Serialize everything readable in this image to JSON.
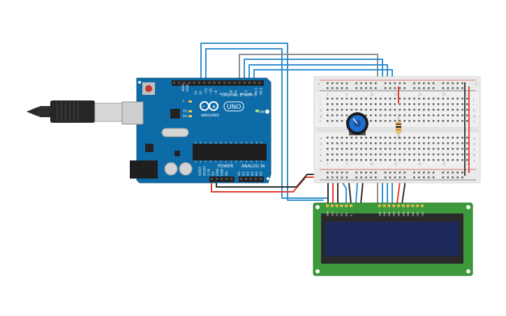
{
  "arduino": {
    "brand_word": "UNO",
    "brand_sub": "ARDUINO",
    "digital_label": "DIGITAL (PWM~)",
    "power_label": "POWER",
    "analog_label": "ANALOG IN",
    "tx_label": "TX",
    "rx_label": "RX",
    "l_label": "L",
    "on_label": "ON",
    "aref_label": "AREF",
    "gnd_label": "GND",
    "power_pin_labels": [
      "IOREF",
      "RESET",
      "3.3V",
      "5V",
      "GND",
      "GND",
      "Vin"
    ],
    "analog_pin_labels": [
      "A0",
      "A1",
      "A2",
      "A3",
      "A4",
      "A5"
    ],
    "digital_pin_labels": [
      "13",
      "12",
      "~11",
      "~10",
      "~9",
      "8",
      "7",
      "~6",
      "~5",
      "4",
      "~3",
      "2",
      "TX 1",
      "RX 0"
    ]
  },
  "breadboard": {
    "row_letters_top": [
      "j",
      "i",
      "h",
      "g",
      "f"
    ],
    "row_letters_bottom": [
      "e",
      "d",
      "c",
      "b",
      "a"
    ],
    "column_numbers": [
      "1",
      "5",
      "10",
      "15",
      "20",
      "25",
      "30"
    ],
    "rail_plus": "+",
    "rail_minus": "-"
  },
  "lcd": {
    "pin_labels": [
      "GND",
      "VCC",
      "V0",
      "RS",
      "RW",
      "E",
      "DB0",
      "DB1",
      "DB2",
      "DB3",
      "DB4",
      "DB5",
      "DB6",
      "DB7",
      "LED",
      "LED"
    ],
    "colors": {
      "pcb": "#3c9a3c",
      "screen": "#1e2a5a"
    }
  },
  "wires": {
    "colors": {
      "blue": "#2f8fd0",
      "gray": "#8c8c8c",
      "red": "#e23a2a",
      "black": "#2b2b2b"
    }
  },
  "components": {
    "usb_cable": "usb-cable",
    "potentiometer": "potentiometer",
    "resistor": "resistor"
  }
}
